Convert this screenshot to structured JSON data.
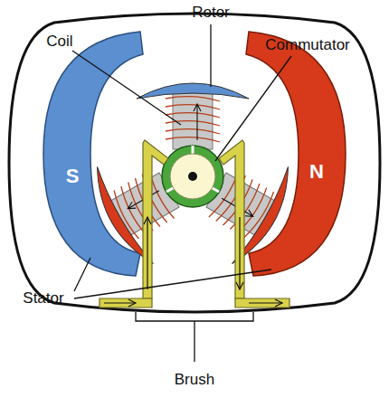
{
  "diagram": {
    "labels": [
      "Rotor",
      "Coil",
      "Commutator",
      "S",
      "N",
      "Stator",
      "Brush"
    ]
  }
}
